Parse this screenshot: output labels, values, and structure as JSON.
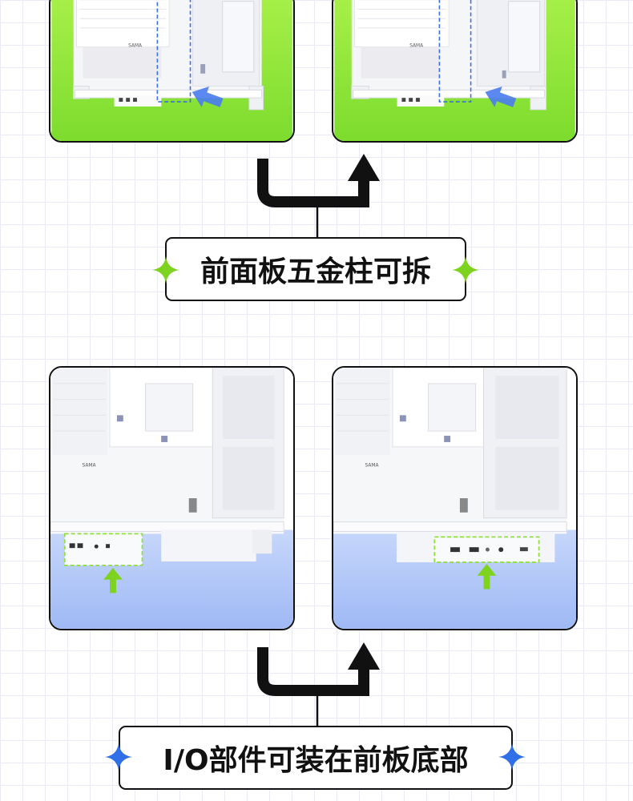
{
  "sections": [
    {
      "caption": "前面板五金柱可拆",
      "sparkle_color": "#7ed321",
      "panels": [
        {
          "background": "green",
          "case_logo": "SAMA",
          "overlay": "dashed-blue-frame",
          "pointer": "blue-arrow"
        },
        {
          "background": "green",
          "case_logo": "SAMA",
          "overlay": "dashed-blue-frame",
          "pointer": "blue-arrow"
        }
      ]
    },
    {
      "caption": "I/O部件可装在前板底部",
      "sparkle_color": "#2f6fe8",
      "panels": [
        {
          "background": "blue",
          "case_logo": "SAMA",
          "overlay": "dashed-green-frame",
          "pointer": "green-arrow"
        },
        {
          "background": "blue",
          "case_logo": "SAMA",
          "overlay": "dashed-green-frame",
          "pointer": "green-arrow"
        }
      ]
    }
  ],
  "colors": {
    "green_bg": "#86e83a",
    "blue_bg": "#9fb9f5",
    "outline": "#111111",
    "dash_blue": "#3a6df0",
    "dash_green": "#8fe03a"
  },
  "icons": [
    "blue-arrow-icon",
    "green-arrow-icon",
    "sparkle-icon",
    "hook-arrow-icon"
  ]
}
